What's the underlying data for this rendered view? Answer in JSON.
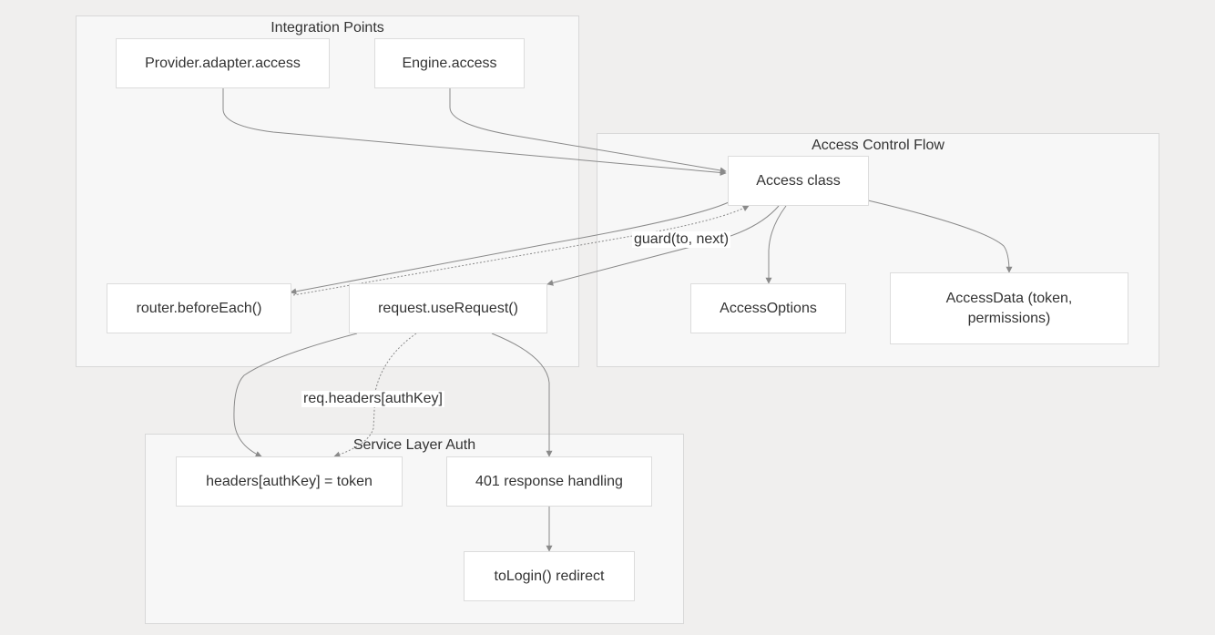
{
  "clusters": {
    "integration": {
      "title": "Integration Points"
    },
    "access_flow": {
      "title": "Access Control Flow"
    },
    "service_auth": {
      "title": "Service Layer Auth"
    }
  },
  "nodes": {
    "provider_adapter_access": "Provider.adapter.access",
    "engine_access": "Engine.access",
    "router_before_each": "router.beforeEach()",
    "request_use_request": "request.useRequest()",
    "access_class": "Access class",
    "access_options": "AccessOptions",
    "access_data_line1": "AccessData (token,",
    "access_data_line2": "permissions)",
    "headers_auth_key": "headers[authKey] = token",
    "response_401": "401 response handling",
    "to_login_redirect": "toLogin() redirect"
  },
  "edge_labels": {
    "guard": "guard(to, next)",
    "req_headers": "req.headers[authKey]"
  },
  "colors": {
    "background": "#f0efee",
    "cluster_fill": "#f7f7f7",
    "node_fill": "#ffffff",
    "edge": "#8a8a8a"
  }
}
